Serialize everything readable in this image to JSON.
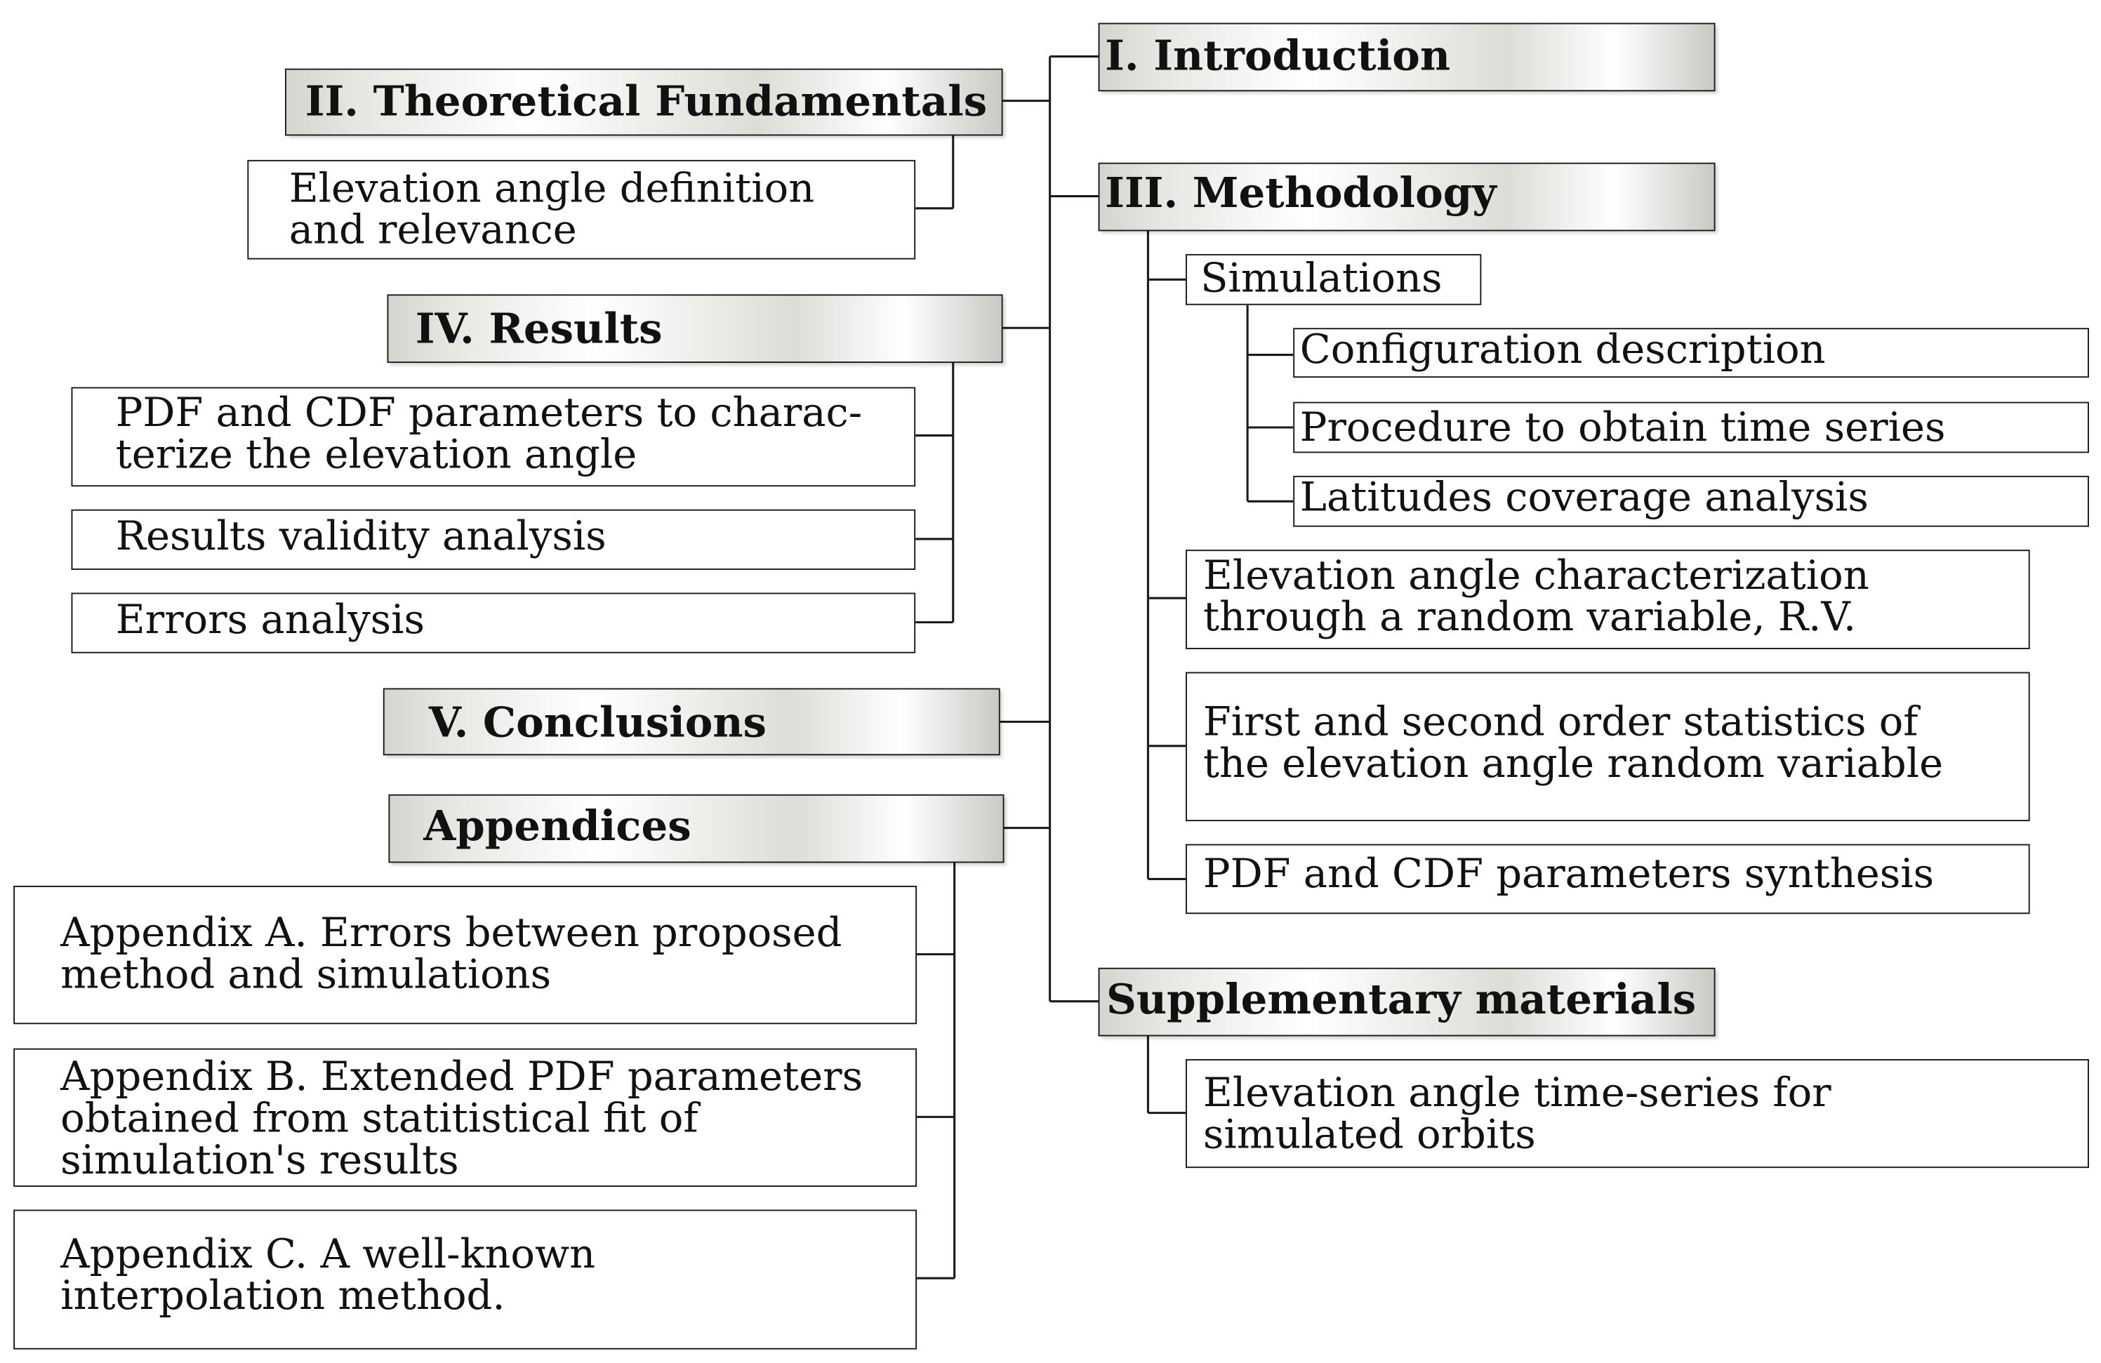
{
  "sections": {
    "introduction": "I. Introduction",
    "theoretical": "II. Theoretical Fundamentals",
    "methodology": "III. Methodology",
    "results": "IV. Results",
    "conclusions": "V. Conclusions",
    "appendices": "Appendices",
    "supplementary": "Supplementary materials"
  },
  "theoretical_items": [
    "Elevation angle definition\nand relevance"
  ],
  "results_items": [
    "PDF and CDF parameters to charac-\nterize the elevation angle",
    "Results validity analysis",
    "Errors analysis"
  ],
  "methodology_items": {
    "simulations": "Simulations",
    "simulations_children": [
      "Configuration description",
      "Procedure to obtain time series",
      "Latitudes coverage analysis"
    ],
    "others": [
      "Elevation angle characterization\nthrough a random variable, R.V.",
      "First and second order statistics of\nthe elevation angle random variable",
      "PDF and CDF parameters synthesis"
    ]
  },
  "appendices_items": [
    "Appendix A. Errors between proposed\nmethod and simulations",
    "Appendix B. Extended PDF parameters\nobtained from statitistical fit of\nsimulation's results",
    "Appendix C. A well-known\ninterpolation method."
  ],
  "supplementary_items": [
    "Elevation angle time-series for\nsimulated orbits"
  ]
}
